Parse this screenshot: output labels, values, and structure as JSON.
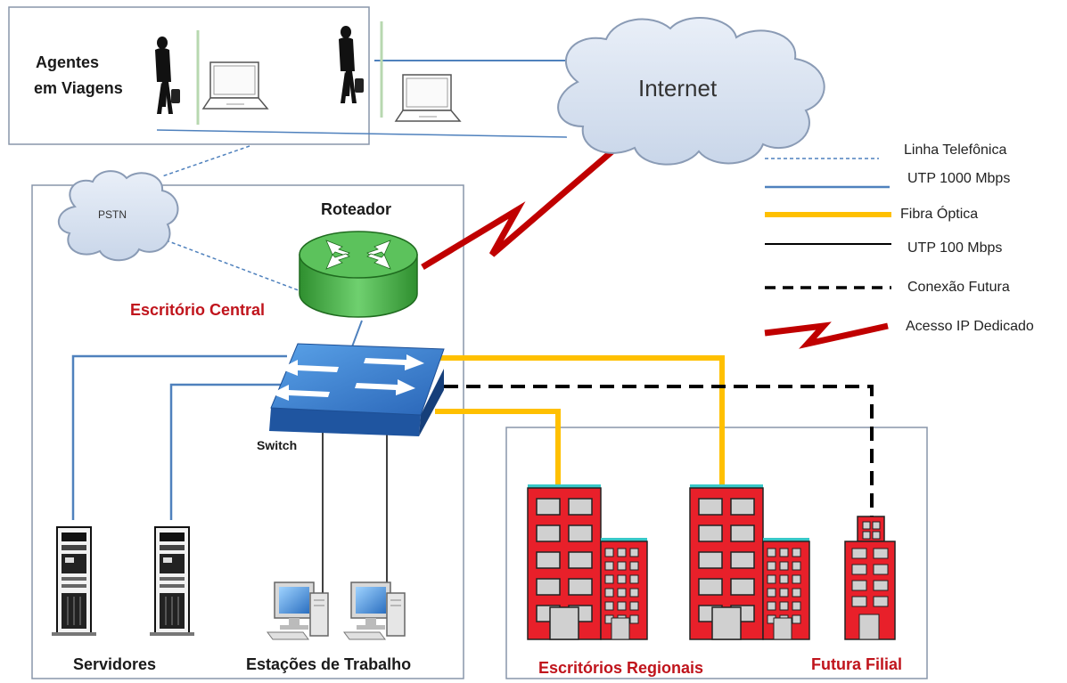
{
  "labels": {
    "agents": [
      "Agentes",
      "em Viagens"
    ],
    "internet": "Internet",
    "pstn": "PSTN",
    "router": "Roteador",
    "central_office": "Escritório Central",
    "switch": "Switch",
    "servers": "Servidores",
    "workstations": "Estações de Trabalho",
    "regional_offices": "Escritórios Regionais",
    "future_branch": "Futura Filial"
  },
  "legend": [
    {
      "label": "Linha Telefônica",
      "style": "dashed-thin",
      "color": "#4f81bd"
    },
    {
      "label": "UTP 1000 Mbps",
      "style": "solid-thin",
      "color": "#4f81bd"
    },
    {
      "label": "Fibra Óptica",
      "style": "solid-thick",
      "color": "#ffc000"
    },
    {
      "label": "UTP 100 Mbps",
      "style": "solid-thin",
      "color": "#000000"
    },
    {
      "label": "Conexão Futura",
      "style": "dashed-thick",
      "color": "#000000"
    },
    {
      "label": "Acesso IP Dedicado",
      "style": "zigzag",
      "color": "#c00000"
    }
  ],
  "colors": {
    "utp1000": "#4f81bd",
    "fiber": "#ffc000",
    "utp100": "#000000",
    "dedicated": "#c00000",
    "building": "#e8202a",
    "router": "#3aa33a",
    "switch": "#3a7ed0",
    "cloud": "#dbe6f4"
  }
}
